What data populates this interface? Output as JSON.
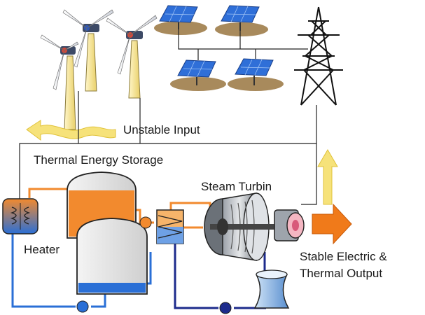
{
  "labels": {
    "unstable_input": "Unstable Input",
    "thermal_storage": "Thermal Energy Storage",
    "steam_turbine": "Steam Turbin",
    "heater": "Heater",
    "output_line1": "Stable Electric &",
    "output_line2": "Thermal Output"
  },
  "colors": {
    "hot_fluid": "#f28a2e",
    "cold_fluid": "#2a6fd6",
    "pipe_dark": "#1d2b8c",
    "arrow_yellow": "#f6e27a",
    "arrow_orange": "#f07a1a",
    "solar_panel": "#2f6fd8",
    "ground": "#a88a5c"
  },
  "icons": [
    "wind-turbine-icon",
    "solar-panel-icon",
    "transmission-tower-icon",
    "heater-icon",
    "storage-tank-icon",
    "heat-exchanger-icon",
    "steam-turbine-icon",
    "generator-icon",
    "cooling-tower-icon",
    "pump-icon"
  ]
}
